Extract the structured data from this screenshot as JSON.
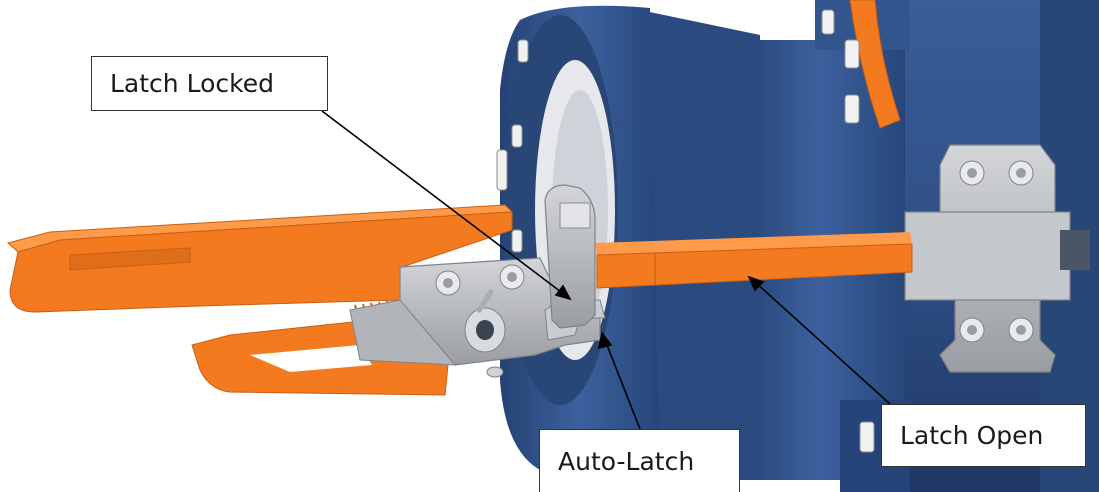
{
  "figure": {
    "callouts": {
      "latch_locked": "Latch Locked",
      "auto_latch": "Auto-Latch",
      "latch_open": "Latch Open"
    },
    "colors": {
      "housing_blue": "#2f4f86",
      "housing_blue_dark": "#1f3866",
      "housing_blue_light": "#3f63a0",
      "latch_orange": "#f47a20",
      "latch_orange_dark": "#c85f12",
      "steel_gray": "#b9bcc0",
      "steel_gray_dark": "#8a8d92",
      "leader_line": "#000000"
    },
    "icons": [
      "bolt-icon",
      "pin-icon"
    ]
  }
}
